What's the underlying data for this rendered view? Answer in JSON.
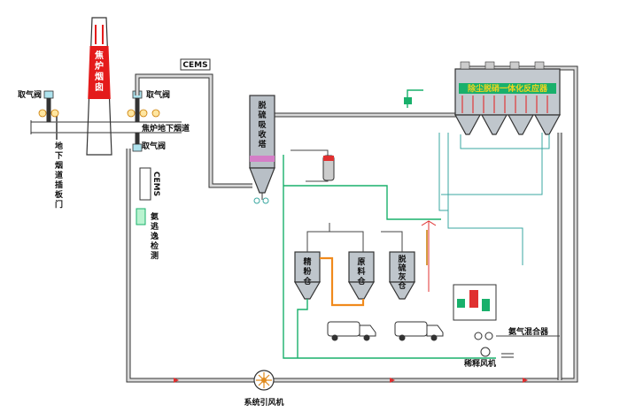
{
  "labels": {
    "chimney": [
      "焦",
      "炉",
      "烟",
      "囱"
    ],
    "cems_top": "CEMS",
    "cems_side": "CEMS",
    "valve_left": "取气阀",
    "valve_right_top": "取气阀",
    "valve_mid": "取气阀",
    "coke_underground": "焦炉地下烟道",
    "underground_damper": [
      "地",
      "下",
      "烟",
      "道",
      "插",
      "板",
      "门"
    ],
    "absorber": [
      "脱",
      "硫",
      "吸",
      "收",
      "塔"
    ],
    "bag_filter": "除尘脱硝一体化反应器",
    "fine_silo": [
      "精",
      "粉",
      "仓"
    ],
    "raw_silo": [
      "原",
      "料",
      "仓"
    ],
    "ash_silo": [
      "脱",
      "硫",
      "灰",
      "仓"
    ],
    "ammonia_detect": [
      "氨",
      "逃",
      "逸",
      "检",
      "测"
    ],
    "ammonia_mixer": "氨气混合器",
    "dilution_fan": "稀释风机",
    "system_fan": "系统引风机"
  },
  "colors": {
    "chimney_red": "#e41b1b",
    "flue": "#333333",
    "green_line": "#19b06b",
    "teal_line": "#3aa7a0",
    "reactor_green": "#19b06b",
    "reactor_text": "#f2d41f",
    "orange_line": "#f08a1c",
    "silo": "#bfc6cc"
  }
}
